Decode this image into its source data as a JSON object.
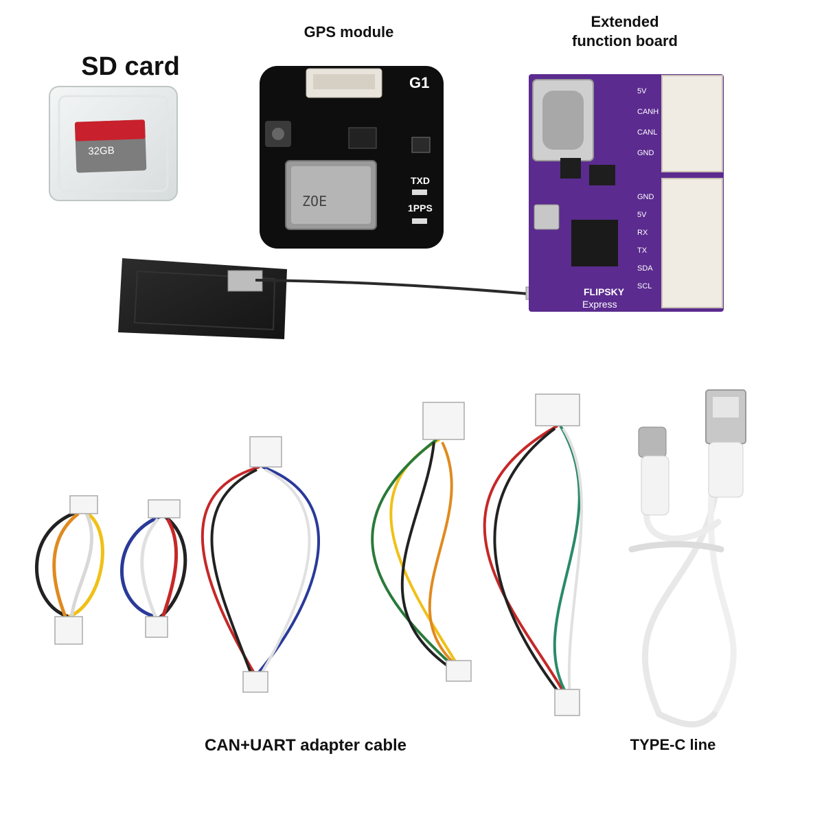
{
  "labels": {
    "sd_card": "SD card",
    "gps_module": "GPS module",
    "extended_board_line1": "Extended",
    "extended_board_line2": "function board",
    "can_uart_cable": "CAN+UART adapter cable",
    "type_c_line": "TYPE-C line"
  },
  "sd": {
    "capacity": "32GB"
  },
  "gps_board": {
    "model": "G1",
    "txd": "TXD",
    "pps": "1PPS",
    "chip": "ZOE"
  },
  "ext_board": {
    "brand": "FLIPSKY",
    "sub": "Express",
    "pins_top": [
      "5V",
      "CANH",
      "CANL",
      "GND"
    ],
    "pins_bottom": [
      "GND",
      "5V",
      "RX",
      "TX",
      "SDA",
      "SCL"
    ]
  },
  "colors": {
    "gps_pcb": "#0e0e0e",
    "ext_pcb": "#5b2b8f",
    "sd_red": "#c8202c",
    "antenna": "#222222",
    "usb_cable": "#f2f2f2"
  }
}
